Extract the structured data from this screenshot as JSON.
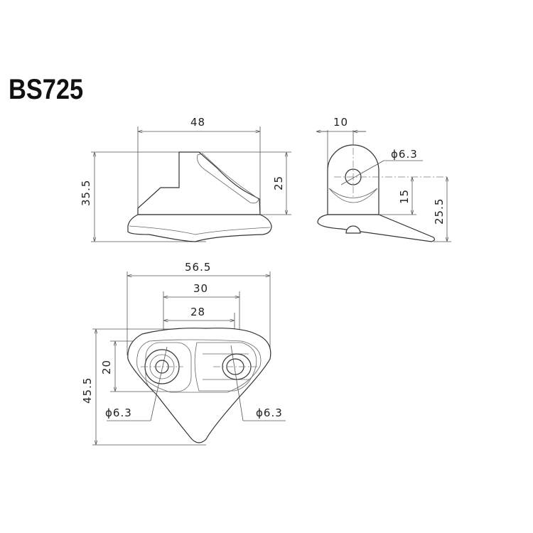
{
  "title": "BS725",
  "front_view": {
    "width_label": "48",
    "total_height_label": "35.5",
    "upper_height_label": "25"
  },
  "side_view": {
    "offset_label": "10",
    "hole_label": "ϕ6.3",
    "hole_height_label": "15",
    "total_height_label": "25.5"
  },
  "top_view": {
    "total_width_label": "56.5",
    "outer_hole_spacing_label": "30",
    "inner_hole_spacing_label": "28",
    "slot_height_label": "20",
    "total_depth_label": "45.5",
    "left_hole_label": "ϕ6.3",
    "right_hole_label": "ϕ6.3"
  },
  "colors": {
    "line": "#333333",
    "dimension": "#555555",
    "text": "#222222"
  }
}
